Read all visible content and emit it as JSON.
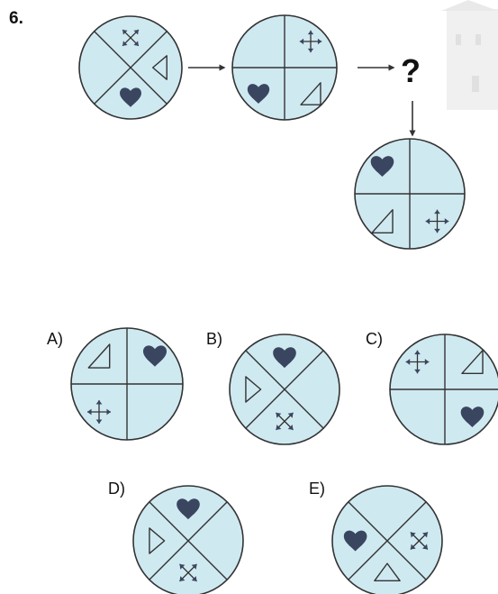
{
  "question": {
    "number": "6.",
    "question_mark": "?"
  },
  "colors": {
    "circle_fill": "#cfe9f1",
    "stroke": "#333333",
    "shape_fill": "#3a4660",
    "building": "#dcdcdc"
  },
  "circles": {
    "first": {
      "division": "x",
      "quadrants": {
        "top": "arrows-icon",
        "right": "triangle-icon",
        "bottom": "heart-icon",
        "left": ""
      }
    },
    "second": {
      "division": "plus",
      "quadrants": {
        "top-left": "",
        "top-right": "arrows-icon",
        "bottom-left": "heart-icon",
        "bottom-right": "triangle-icon"
      }
    },
    "third": {
      "division": "plus",
      "quadrants": {
        "top-left": "heart-icon",
        "top-right": "",
        "bottom-left": "triangle-icon",
        "bottom-right": "arrows-icon"
      }
    }
  },
  "options": [
    {
      "label": "A)",
      "division": "plus",
      "quadrants": {
        "top-left": "triangle-icon",
        "top-right": "heart-icon",
        "bottom-left": "arrows-icon",
        "bottom-right": ""
      }
    },
    {
      "label": "B)",
      "division": "x",
      "quadrants": {
        "top": "heart-icon",
        "left": "triangle-icon",
        "bottom": "arrows-icon",
        "right": ""
      }
    },
    {
      "label": "C)",
      "division": "plus",
      "quadrants": {
        "top-left": "arrows-icon",
        "top-right": "triangle-icon",
        "bottom-left": "",
        "bottom-right": "heart-icon"
      }
    },
    {
      "label": "D)",
      "division": "x",
      "quadrants": {
        "top": "heart-icon",
        "left": "triangle-icon",
        "bottom": "arrows-icon",
        "right": ""
      }
    },
    {
      "label": "E)",
      "division": "x",
      "quadrants": {
        "top": "",
        "left": "heart-icon",
        "bottom": "triangle-icon",
        "right": "arrows-icon"
      }
    }
  ]
}
